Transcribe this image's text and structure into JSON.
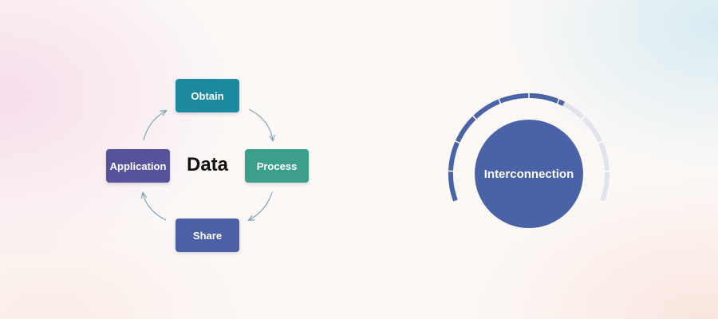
{
  "cycle": {
    "center": "Data",
    "steps": {
      "obtain": "Obtain",
      "process": "Process",
      "share": "Share",
      "application": "Application"
    },
    "colors": {
      "obtain": "#1b8a9f",
      "process": "#3c9f8c",
      "share": "#4c60a6",
      "application": "#57539b",
      "arrow": "#7fa3b8"
    }
  },
  "gauge": {
    "label": "Interconnection",
    "level": 0.62,
    "colors": {
      "fill": "#4a62a6",
      "track": "#e1e4ee"
    }
  }
}
